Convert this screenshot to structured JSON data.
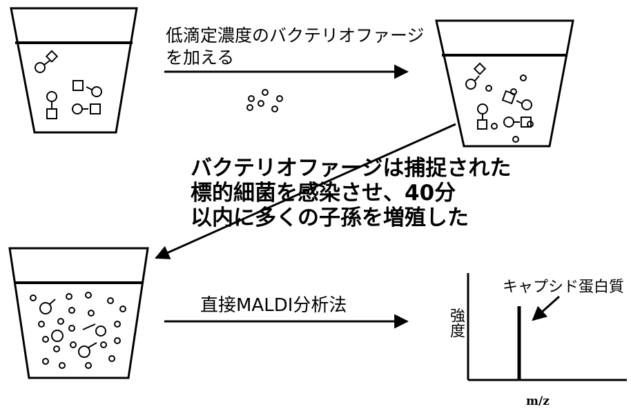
{
  "steps": {
    "add_phage_line1": "低滴定濃度のバクテリオファージ",
    "add_phage_line2": "を加える",
    "infection_line1": "バクテリオファージは捕捉された",
    "infection_line2": "標的細菌を感染させ、40分",
    "infection_line3": "以内に多くの子孫を増殖した",
    "maldi": "直接MALDI分析法"
  },
  "spectrum": {
    "peak_label": "キャプシド蛋白質",
    "y_axis_label": "強度",
    "x_axis_label": "m/z"
  },
  "colors": {
    "ink": "#000000",
    "background": "#ffffff"
  }
}
